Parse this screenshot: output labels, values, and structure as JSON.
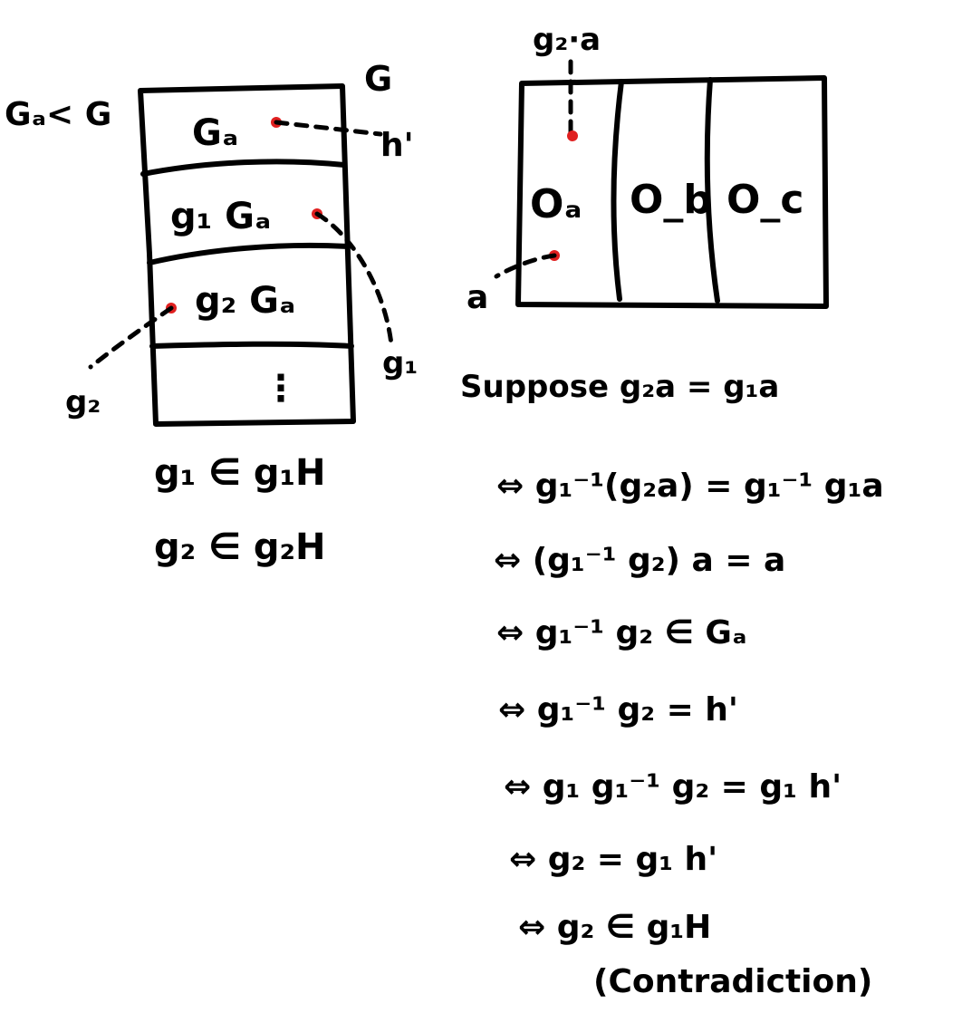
{
  "left_diagram": {
    "subgroup_label": "Gₐ< G",
    "group_label": "G",
    "cells": [
      "Gₐ",
      "g₁ Gₐ",
      "g₂ Gₐ",
      "⋮"
    ],
    "h_label": "h'",
    "g1_label": "g₁",
    "g2_label": "g₂",
    "membership": [
      "g₁ ∈ g₁H",
      "g₂ ∈ g₂H"
    ]
  },
  "right_diagram": {
    "top_label": "g₂·a",
    "orbits": [
      "Oₐ",
      "O_b",
      "O_c"
    ],
    "a_label": "a"
  },
  "proof": {
    "lines": [
      "Suppose g₂a = g₁a",
      "⇔ g₁⁻¹(g₂a) = g₁⁻¹ g₁a",
      "⇔ (g₁⁻¹ g₂) a = a",
      "⇔ g₁⁻¹ g₂ ∈ Gₐ",
      "⇔ g₁⁻¹ g₂ = h'",
      "⇔ g₁ g₁⁻¹ g₂ = g₁ h'",
      "⇔ g₂ = g₁ h'",
      "⇔ g₂ ∈ g₁H"
    ],
    "conclusion": "(Contradiction)"
  },
  "colors": {
    "ink": "#000000",
    "point": "#e02020",
    "background": "#ffffff"
  }
}
